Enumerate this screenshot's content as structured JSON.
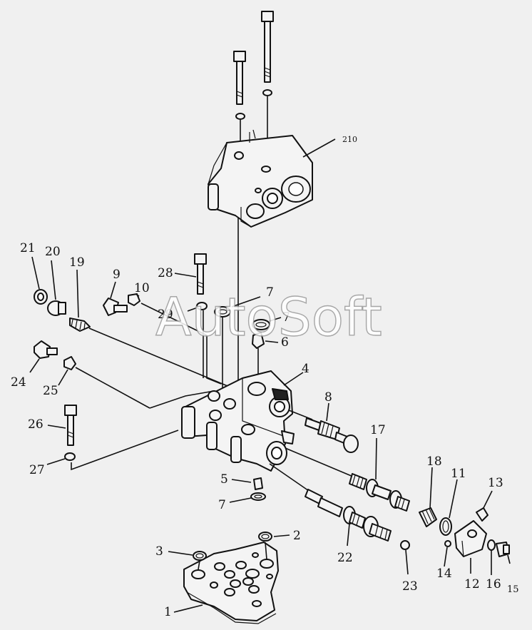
{
  "watermark": "AutoSoft",
  "labels": {
    "p210": "210",
    "p21": "21",
    "p20": "20",
    "p19": "19",
    "p9": "9",
    "p10": "10",
    "p28": "28",
    "p7a": "7",
    "p29": "29",
    "p7b": "7",
    "p6": "6",
    "p24": "24",
    "p25": "25",
    "p4": "4",
    "p8": "8",
    "p26": "26",
    "p17": "17",
    "p27": "27",
    "p18": "18",
    "p11": "11",
    "p13": "13",
    "p5": "5",
    "p7c": "7",
    "p2": "2",
    "p3": "3",
    "p22": "22",
    "p23": "23",
    "p14": "14",
    "p12": "12",
    "p16": "16",
    "p15": "15",
    "p1": "1"
  }
}
